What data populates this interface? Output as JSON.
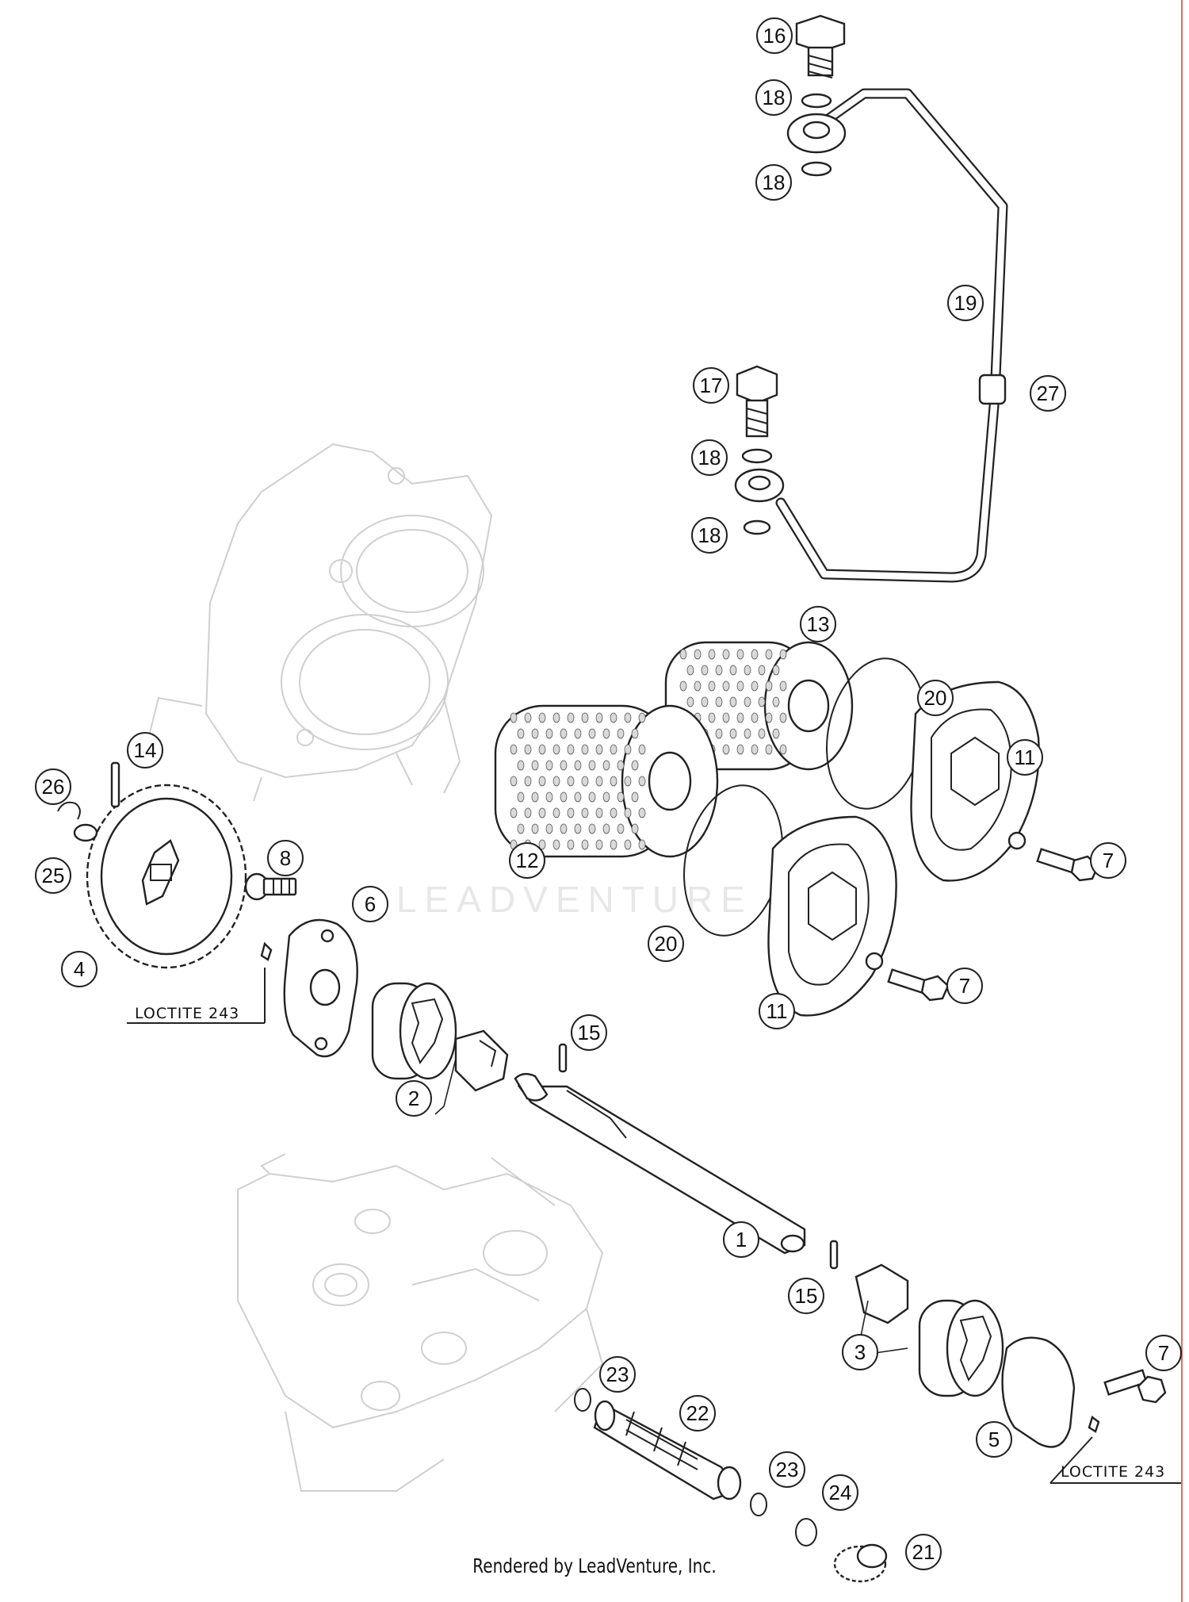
{
  "diagram": {
    "callouts": [
      "1",
      "2",
      "3",
      "4",
      "5",
      "6",
      "7",
      "8",
      "11",
      "12",
      "13",
      "14",
      "15",
      "16",
      "17",
      "18",
      "19",
      "20",
      "21",
      "22",
      "23",
      "24",
      "25",
      "26",
      "27"
    ],
    "labels": {
      "loctite_left": "LOCTITE 243",
      "loctite_right": "LOCTITE 243"
    },
    "watermark": "LEADVENTURE"
  },
  "footer": {
    "text": "Rendered by LeadVenture, Inc."
  }
}
